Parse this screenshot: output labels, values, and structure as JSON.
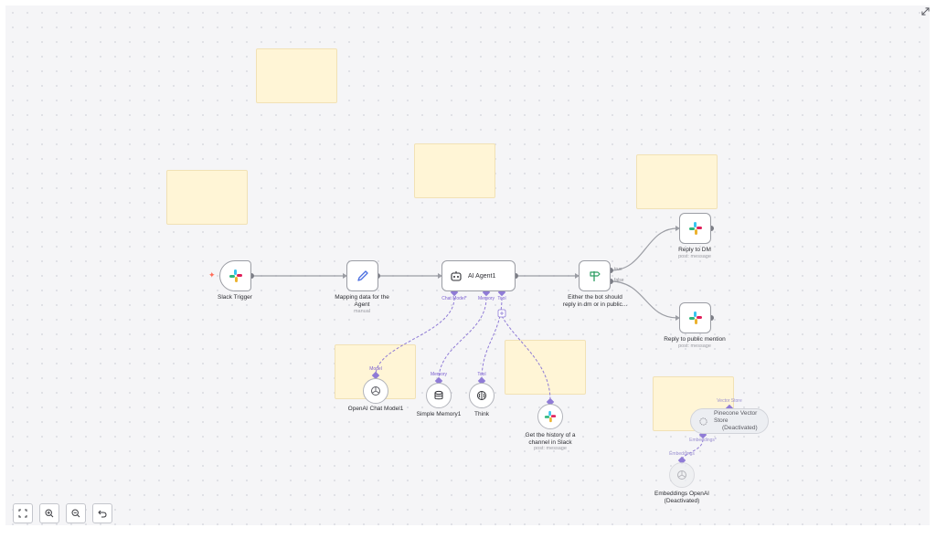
{
  "nodes": {
    "slack_trigger": {
      "label": "Slack Trigger"
    },
    "mapping": {
      "label_line1": "Mapping data for the",
      "label_line2": "Agent",
      "sub": "manual"
    },
    "ai_agent": {
      "label": "AI Agent1",
      "ports": {
        "chat_model": "Chat Model*",
        "memory": "Memory",
        "tool": "Tool"
      }
    },
    "if_node": {
      "label_line1": "Either the bot should",
      "label_line2": "reply in dm or in public...",
      "out_true": "true",
      "out_false": "false"
    },
    "reply_dm": {
      "label": "Reply to DM",
      "sub": "post: message"
    },
    "reply_public": {
      "label": "Reply to public mention",
      "sub": "post: message"
    },
    "openai_model": {
      "label": "OpenAI Chat Model1",
      "port": "Model"
    },
    "simple_memory": {
      "label": "Simple Memory1",
      "port": "Memory"
    },
    "think": {
      "label": "Think",
      "port": "Tool"
    },
    "slack_history": {
      "label_line1": "Get the history of a",
      "label_line2": "channel in Slack",
      "sub": "post: message"
    },
    "pinecone": {
      "line1": "Pinecone Vector",
      "line2": "Store",
      "line3": "(Deactivated)",
      "port_top": "Vector Store",
      "port_bottom": "Embeddings*"
    },
    "embeddings": {
      "label_line1": "Embeddings OpenAI",
      "label_line2": "(Deactivated)",
      "port": "Embeddings"
    }
  },
  "colors": {
    "accent": "#7b5fd0",
    "edge": "#9b9da4",
    "sticky": "#fff5d6",
    "trigger_spark": "#ff6d5a",
    "if_icon": "#2f9e64",
    "mapping_icon": "#4a6ee0"
  },
  "icons": {
    "trigger": "slack-logo-icon",
    "mapping": "pen-icon",
    "ai_agent": "robot-icon",
    "if": "signpost-icon",
    "openai": "openai-icon",
    "memory": "database-icon",
    "think": "brain-icon",
    "pinecone": "pinecone-icon"
  },
  "controls": [
    "fit-view",
    "zoom-in",
    "zoom-out",
    "reset"
  ]
}
